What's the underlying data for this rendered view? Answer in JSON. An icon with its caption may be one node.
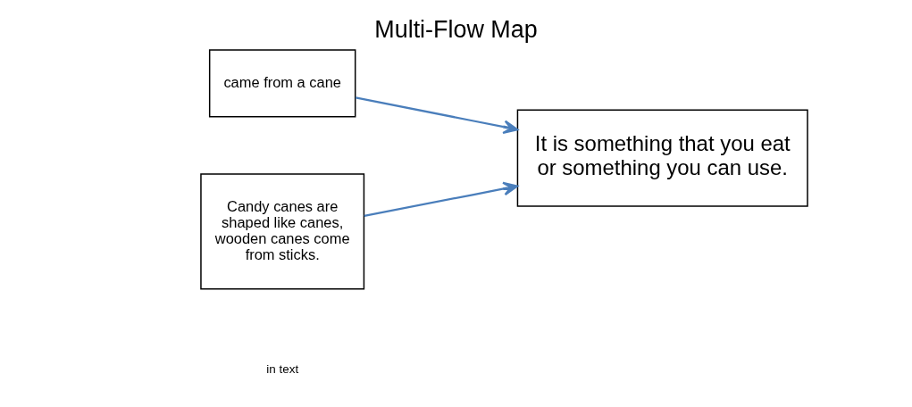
{
  "diagram": {
    "title": "Multi-Flow Map",
    "nodes": [
      {
        "text": [
          "came from a cane"
        ]
      },
      {
        "text": [
          "Candy canes are shaped like canes, wooden canes come from sticks."
        ]
      },
      {
        "text": [
          "It is something that you eat or something you can use."
        ]
      }
    ],
    "edges": [
      {
        "from": 0,
        "to": 2,
        "arrow": "to"
      },
      {
        "from": 1,
        "to": 2,
        "arrow": "to"
      }
    ],
    "labels": [
      "in text"
    ]
  }
}
